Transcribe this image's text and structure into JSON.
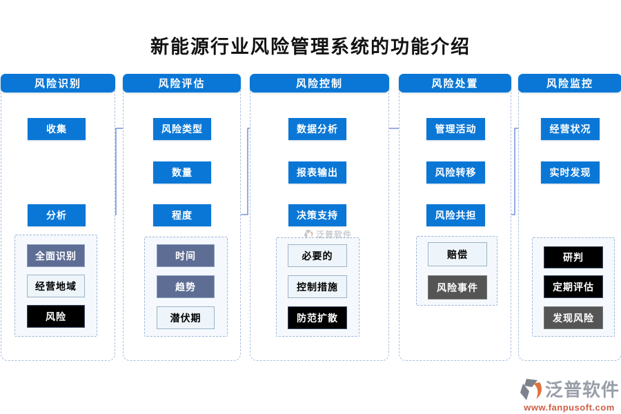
{
  "title": "新能源行业风险管理系统的功能介绍",
  "columns": [
    {
      "header": "风险识别",
      "flow": [
        "收集",
        "分析"
      ],
      "group": [
        {
          "label": "全面识别",
          "style": "slate"
        },
        {
          "label": "经营地域",
          "style": "light"
        },
        {
          "label": "风险",
          "style": "black"
        }
      ]
    },
    {
      "header": "风险评估",
      "flow": [
        "风险类型",
        "数量",
        "程度"
      ],
      "group": [
        {
          "label": "时间",
          "style": "slate"
        },
        {
          "label": "趋势",
          "style": "slate"
        },
        {
          "label": "潜伏期",
          "style": "light"
        }
      ]
    },
    {
      "header": "风险控制",
      "flow": [
        "数据分析",
        "报表输出",
        "决策支持"
      ],
      "group": [
        {
          "label": "必要的",
          "style": "light"
        },
        {
          "label": "控制措施",
          "style": "light"
        },
        {
          "label": "防范扩散",
          "style": "black"
        }
      ]
    },
    {
      "header": "风险处置",
      "flow": [
        "管理活动",
        "风险转移",
        "风险共担"
      ],
      "group": [
        {
          "label": "赔偿",
          "style": "light"
        },
        {
          "label": "风险事件",
          "style": "darkgray"
        }
      ]
    },
    {
      "header": "风险监控",
      "flow": [
        "经营状况",
        "实时发现"
      ],
      "group": [
        {
          "label": "研判",
          "style": "black"
        },
        {
          "label": "定期评估",
          "style": "black"
        },
        {
          "label": "发现风险",
          "style": "darkgray"
        }
      ]
    }
  ],
  "watermark": {
    "text": "泛普软件"
  },
  "logo": {
    "brand": "泛普软件",
    "url": "www.fanpusoft.com"
  },
  "colors": {
    "header_blue": "#0a77d6",
    "connector_blue": "#5b7fd0",
    "slate_button": "#5d6d94",
    "light_button": "#eef5fa",
    "black_button": "#000000",
    "darkgray_button": "#555555",
    "logo_orange": "#cd5f46"
  }
}
